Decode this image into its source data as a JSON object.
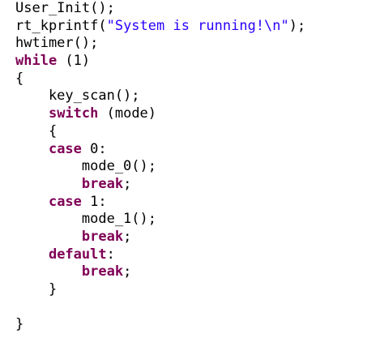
{
  "editor": {
    "colors": {
      "background": "#ffffff",
      "text": "#000000",
      "keyword": "#7f0055",
      "string": "#2a00ff"
    },
    "lines": [
      [
        {
          "t": "User_Init();",
          "c": "plain"
        }
      ],
      [
        {
          "t": "rt_kprintf(",
          "c": "plain"
        },
        {
          "t": "\"System is running!\\n\"",
          "c": "str"
        },
        {
          "t": ");",
          "c": "plain"
        }
      ],
      [
        {
          "t": "hwtimer();",
          "c": "plain"
        }
      ],
      [
        {
          "t": "while",
          "c": "kw"
        },
        {
          "t": " (1)",
          "c": "plain"
        }
      ],
      [
        {
          "t": "{",
          "c": "plain"
        }
      ],
      [
        {
          "t": "    key_scan();",
          "c": "plain"
        }
      ],
      [
        {
          "t": "    ",
          "c": "plain"
        },
        {
          "t": "switch",
          "c": "kw"
        },
        {
          "t": " (mode)",
          "c": "plain"
        }
      ],
      [
        {
          "t": "    {",
          "c": "plain"
        }
      ],
      [
        {
          "t": "    ",
          "c": "plain"
        },
        {
          "t": "case",
          "c": "kw"
        },
        {
          "t": " 0:",
          "c": "plain"
        }
      ],
      [
        {
          "t": "        mode_0();",
          "c": "plain"
        }
      ],
      [
        {
          "t": "        ",
          "c": "plain"
        },
        {
          "t": "break",
          "c": "kw"
        },
        {
          "t": ";",
          "c": "plain"
        }
      ],
      [
        {
          "t": "    ",
          "c": "plain"
        },
        {
          "t": "case",
          "c": "kw"
        },
        {
          "t": " 1:",
          "c": "plain"
        }
      ],
      [
        {
          "t": "        mode_1();",
          "c": "plain"
        }
      ],
      [
        {
          "t": "        ",
          "c": "plain"
        },
        {
          "t": "break",
          "c": "kw"
        },
        {
          "t": ";",
          "c": "plain"
        }
      ],
      [
        {
          "t": "    ",
          "c": "plain"
        },
        {
          "t": "default",
          "c": "kw"
        },
        {
          "t": ":",
          "c": "plain"
        }
      ],
      [
        {
          "t": "        ",
          "c": "plain"
        },
        {
          "t": "break",
          "c": "kw"
        },
        {
          "t": ";",
          "c": "plain"
        }
      ],
      [
        {
          "t": "    }",
          "c": "plain"
        }
      ],
      [
        {
          "t": "",
          "c": "plain"
        }
      ],
      [
        {
          "t": "}",
          "c": "plain"
        }
      ]
    ]
  }
}
